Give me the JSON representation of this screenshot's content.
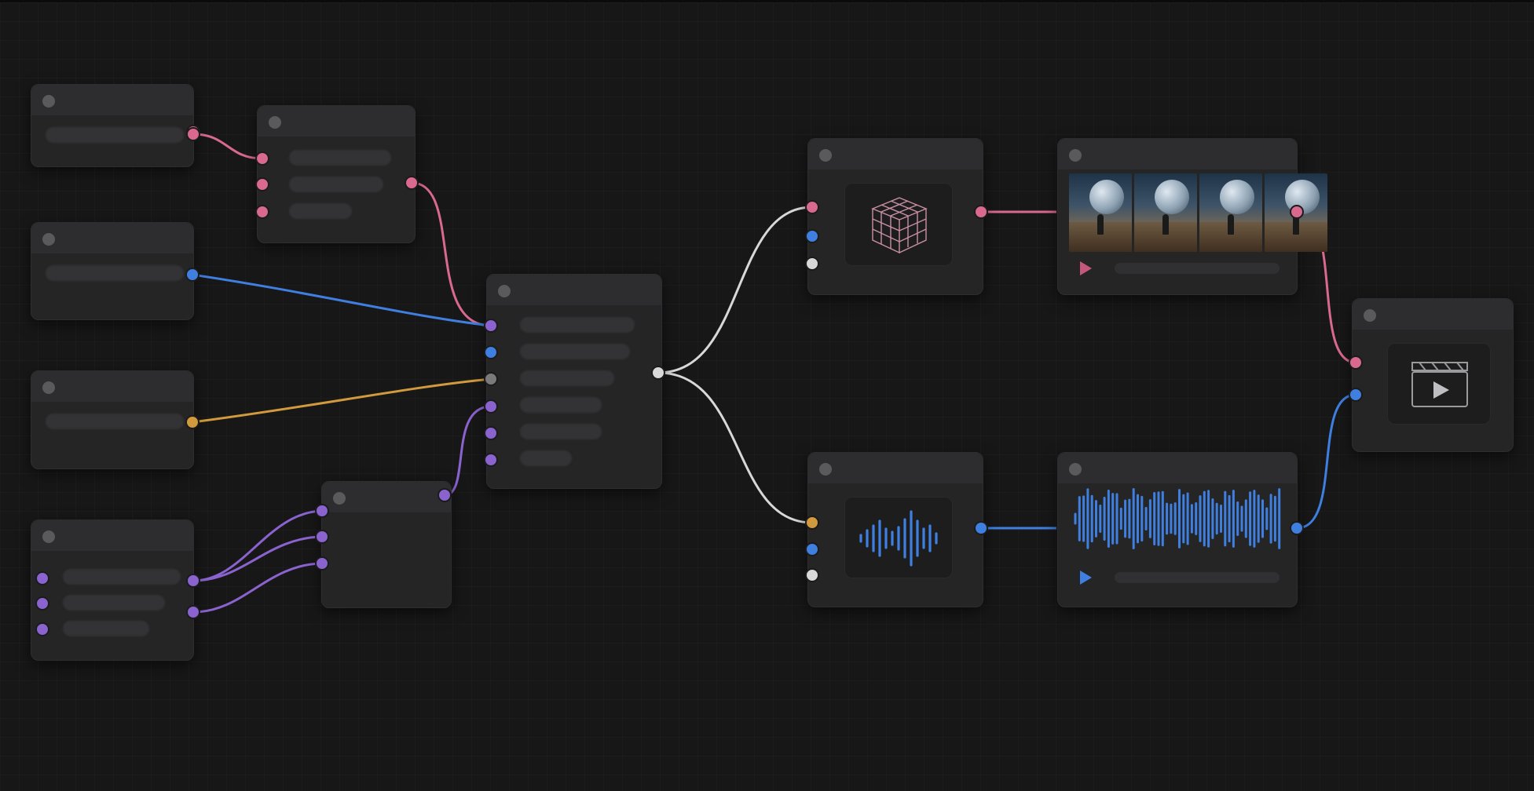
{
  "canvas": {
    "background": "#171718",
    "grid": true
  },
  "colors": {
    "node_bg": "#252526",
    "node_header": "#2d2d2f",
    "wire_pink": "#d9698f",
    "wire_blue": "#3f7fe0",
    "wire_orange": "#d19a3c",
    "wire_purple": "#8a63cf",
    "wire_white": "#d8d8d8"
  },
  "nodes": [
    {
      "id": "input-1",
      "kind": "text-input",
      "label": "",
      "output_type": "pink"
    },
    {
      "id": "input-2",
      "kind": "text-input",
      "label": "",
      "output_type": "blue"
    },
    {
      "id": "input-3",
      "kind": "text-input",
      "label": "",
      "output_type": "orange"
    },
    {
      "id": "input-4",
      "kind": "multi-output",
      "label": "",
      "output_type": "purple"
    },
    {
      "id": "prompt-combine",
      "kind": "combiner",
      "label": "",
      "inputs": 3,
      "output_type": "pink"
    },
    {
      "id": "purple-mixer",
      "kind": "mixer",
      "label": "",
      "output_type": "purple"
    },
    {
      "id": "main-hub",
      "kind": "hub",
      "label": "",
      "inputs": 6,
      "output_type": "white"
    },
    {
      "id": "model-3d",
      "kind": "3d-model",
      "label": "",
      "icon": "cube-grid-icon"
    },
    {
      "id": "audio-gen",
      "kind": "audio-generator",
      "label": "",
      "icon": "waveform-icon"
    },
    {
      "id": "video-preview",
      "kind": "image-sequence-preview",
      "label": "",
      "icon": "play-icon",
      "frames": 4
    },
    {
      "id": "audio-preview",
      "kind": "audio-preview",
      "label": "",
      "icon": "play-icon"
    },
    {
      "id": "video-output",
      "kind": "video-output",
      "label": "",
      "icon": "clapperboard-icon"
    }
  ]
}
